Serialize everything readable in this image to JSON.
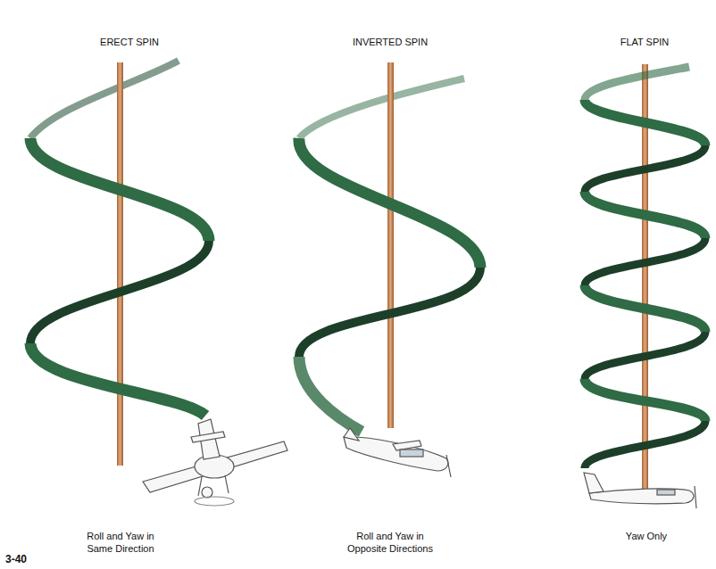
{
  "diagram": {
    "labels": [
      "ERECT SPIN",
      "INVERTED SPIN",
      "FLAT SPIN",
      "Roll and Yaw in Same Direction",
      "Roll and Yaw in Opposite Directions",
      "Yaw Only",
      "3-40"
    ]
  }
}
